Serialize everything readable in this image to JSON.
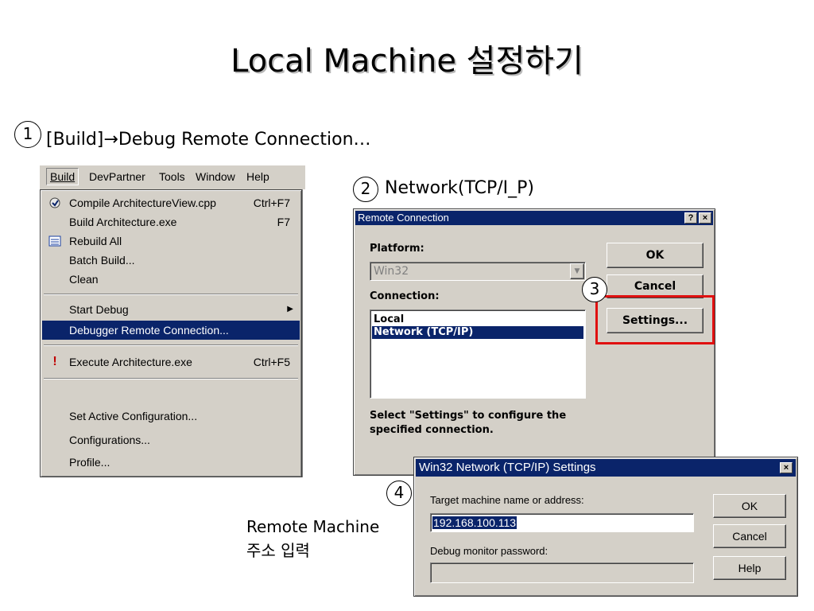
{
  "slide": {
    "title": "Local Machine 설정하기"
  },
  "steps": {
    "s1": {
      "num": "1",
      "text": "[Build]→Debug Remote Connection…"
    },
    "s2": {
      "num": "2",
      "text": "Network(TCP/I_P)"
    },
    "s3": {
      "num": "3"
    },
    "s4": {
      "num": "4"
    }
  },
  "side_note": {
    "line1": "Remote Machine",
    "line2": "주소 입력"
  },
  "menubar": {
    "items": [
      "Build",
      "DevPartner",
      "Tools",
      "Window",
      "Help"
    ]
  },
  "build_menu": {
    "compile": {
      "label": "Compile ArchitectureView.cpp",
      "shortcut": "Ctrl+F7"
    },
    "build": {
      "label": "Build Architecture.exe",
      "shortcut": "F7"
    },
    "rebuild": {
      "label": "Rebuild All"
    },
    "batch": {
      "label": "Batch Build..."
    },
    "clean": {
      "label": "Clean"
    },
    "start_debug": {
      "label": "Start Debug"
    },
    "remote_conn": {
      "label": "Debugger Remote Connection..."
    },
    "execute": {
      "label": "Execute Architecture.exe",
      "shortcut": "Ctrl+F5"
    },
    "set_active": {
      "label": "Set Active Configuration..."
    },
    "configs": {
      "label": "Configurations..."
    },
    "profile": {
      "label": "Profile..."
    }
  },
  "remote_dialog": {
    "title": "Remote Connection",
    "help_btn": "?",
    "close_btn": "×",
    "platform_label": "Platform:",
    "platform_value": "Win32",
    "connection_label": "Connection:",
    "connections": [
      "Local",
      "Network (TCP/IP)"
    ],
    "ok": "OK",
    "cancel": "Cancel",
    "settings": "Settings...",
    "hint_line1": "Select \"Settings\" to configure the",
    "hint_line2": "specified connection."
  },
  "network_dialog": {
    "title": "Win32 Network (TCP/IP) Settings",
    "close_btn": "×",
    "target_label": "Target machine name or address:",
    "target_value": "192.168.100.113",
    "password_label": "Debug monitor password:",
    "password_value": "",
    "ok": "OK",
    "cancel": "Cancel",
    "help": "Help"
  },
  "colors": {
    "titlebar": "#0a246a",
    "highlight": "#0a246a",
    "face": "#d4d0c8",
    "annotation_red": "#e01010"
  }
}
